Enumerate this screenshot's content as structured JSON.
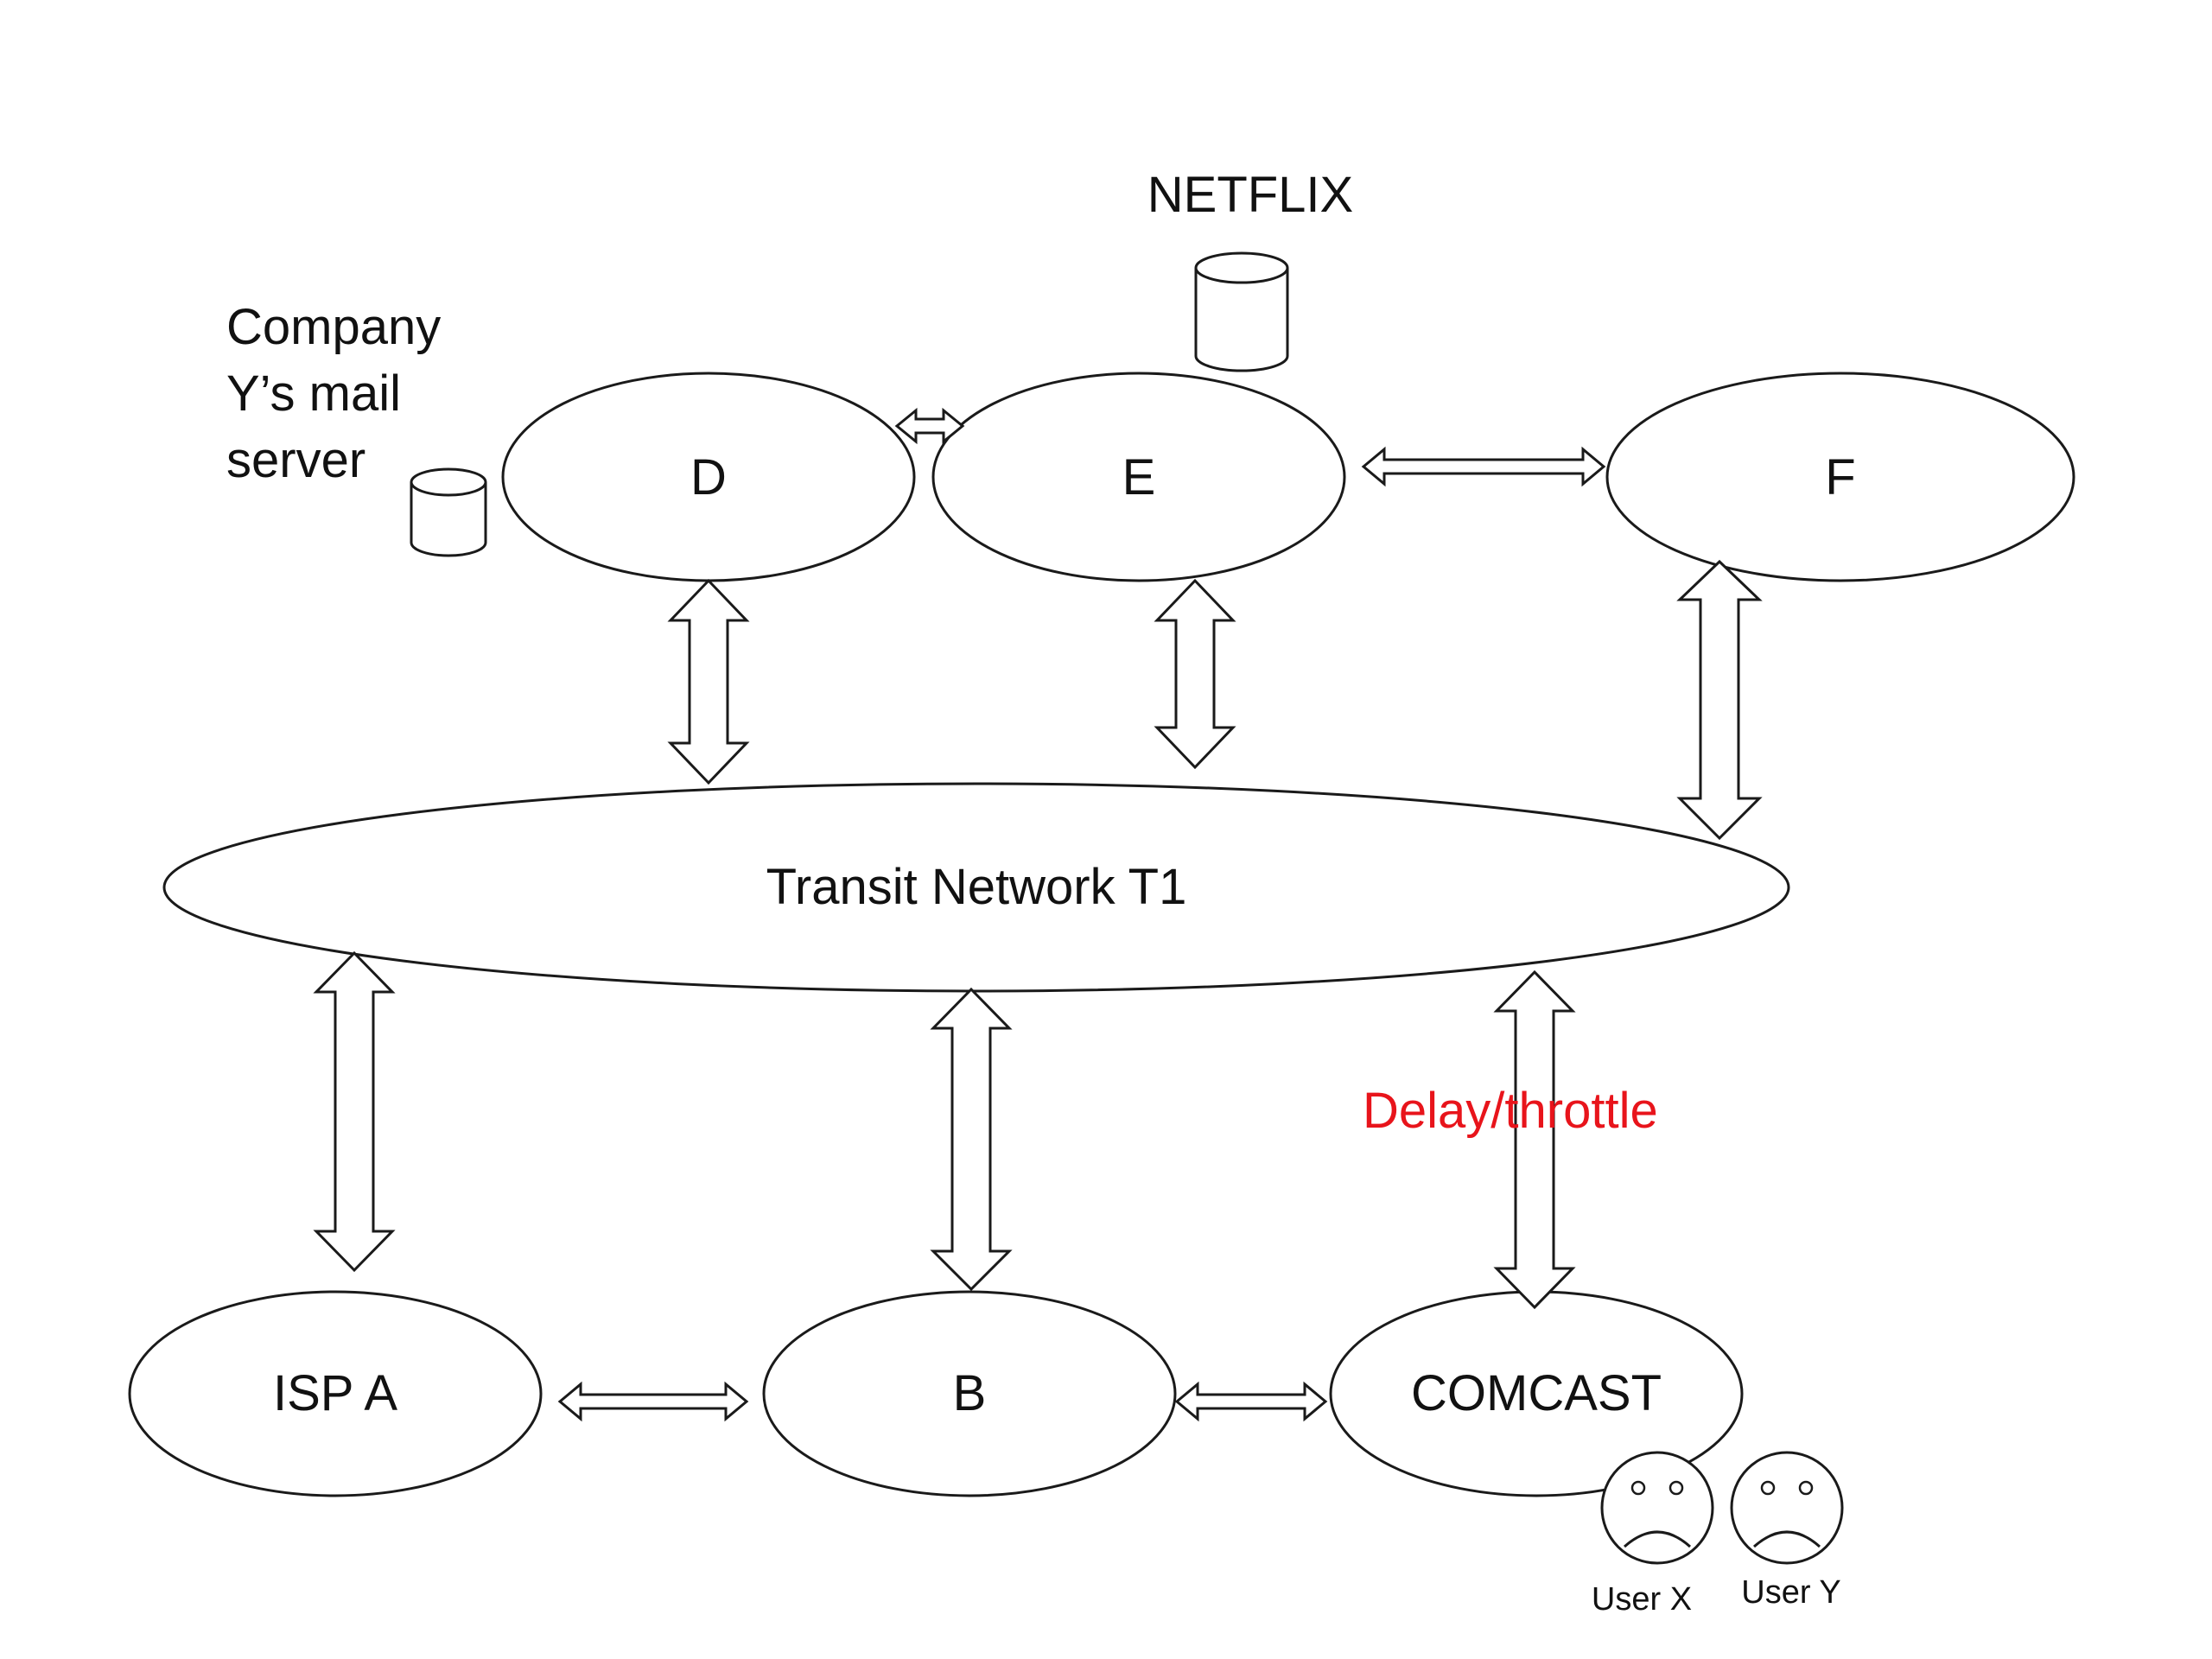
{
  "labels": {
    "netflix": "NETFLIX",
    "mail_server_line1": "Company",
    "mail_server_line2": "Y’s mail",
    "mail_server_line3": "server",
    "delay": "Delay/throttle"
  },
  "nodes": {
    "d": "D",
    "e": "E",
    "f": "F",
    "transit": "Transit Network T1",
    "isp_a": "ISP A",
    "b": "B",
    "comcast": "COMCAST"
  },
  "users": {
    "user_x": "User X",
    "user_y": "User Y"
  },
  "colors": {
    "throttle_text": "#e8141b",
    "stroke": "#1a1a1a"
  }
}
